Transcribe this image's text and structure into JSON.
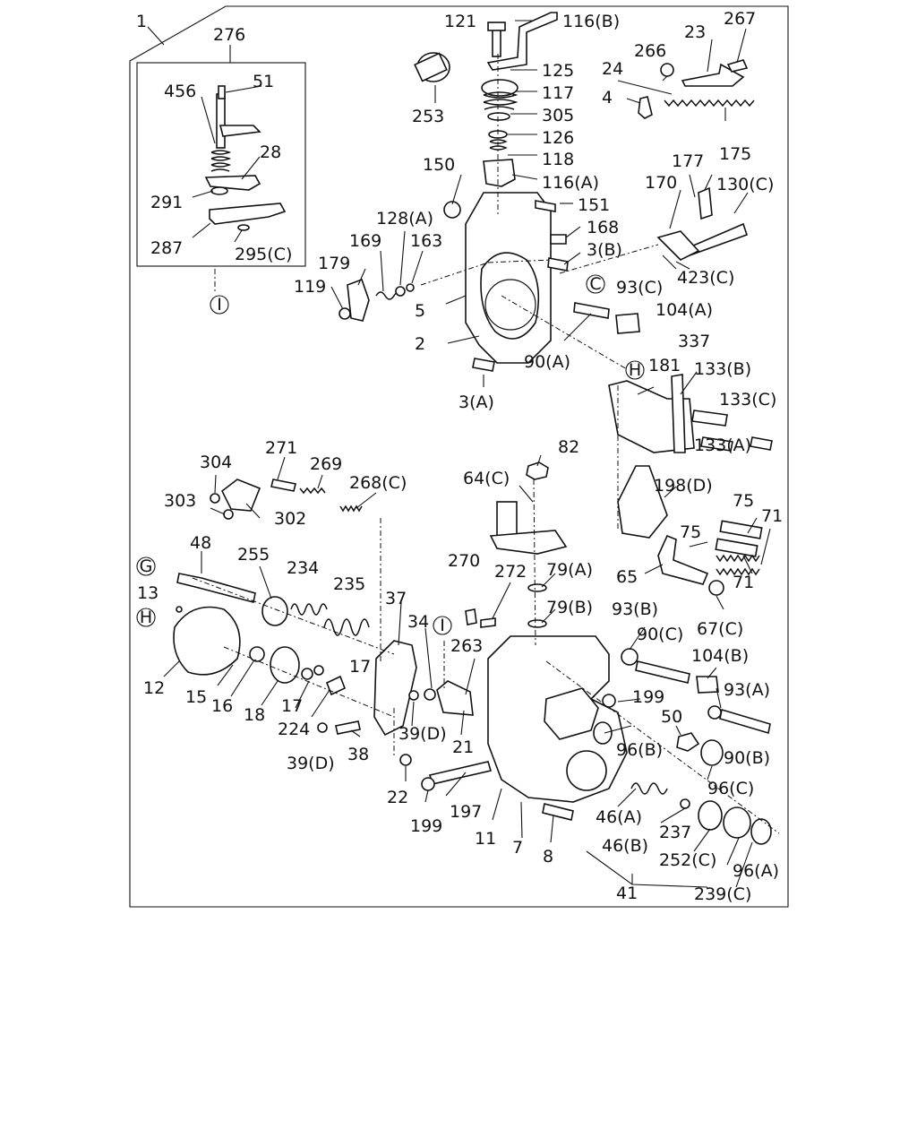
{
  "diagram": {
    "assembly_callout": "1",
    "inset_callout": "276",
    "inset_labels": [
      "456",
      "51",
      "28",
      "291",
      "287",
      "295(C)"
    ],
    "markers": [
      "I",
      "G",
      "H",
      "C"
    ],
    "labels": [
      "121",
      "116(B)",
      "267",
      "23",
      "266",
      "24",
      "4",
      "253",
      "125",
      "117",
      "305",
      "126",
      "118",
      "150",
      "116(A)",
      "151",
      "168",
      "3(B)",
      "177",
      "175",
      "170",
      "130(C)",
      "128(A)",
      "169",
      "163",
      "179",
      "119",
      "5",
      "2",
      "93(C)",
      "104(A)",
      "423(C)",
      "90(A)",
      "3(A)",
      "337",
      "181",
      "133(B)",
      "133(C)",
      "133(A)",
      "82",
      "64(C)",
      "198(D)",
      "75",
      "71",
      "75",
      "65",
      "71",
      "67(C)",
      "304",
      "271",
      "269",
      "268(C)",
      "303",
      "302",
      "48",
      "255",
      "234",
      "235",
      "13",
      "37",
      "34",
      "270",
      "272",
      "79(A)",
      "79(B)",
      "263",
      "93(B)",
      "90(C)",
      "104(B)",
      "12",
      "15",
      "16",
      "18",
      "17",
      "17",
      "224",
      "39(D)",
      "39(D)",
      "38",
      "21",
      "199",
      "93(A)",
      "50",
      "96(B)",
      "90(B)",
      "96(C)",
      "22",
      "199",
      "197",
      "11",
      "7",
      "8",
      "46(A)",
      "237",
      "46(B)",
      "252(C)",
      "96(A)",
      "41",
      "239(C)"
    ]
  }
}
